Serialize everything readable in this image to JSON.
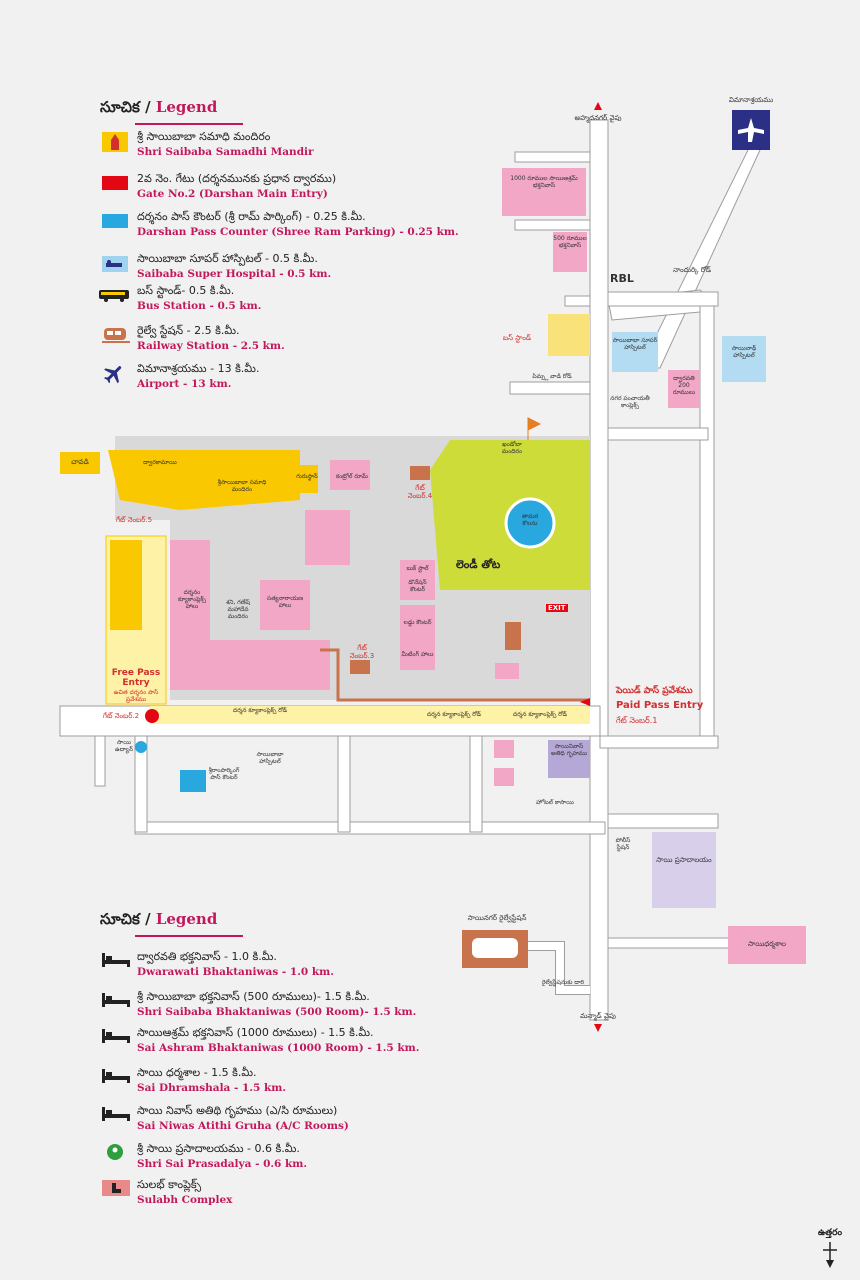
{
  "legend_top": {
    "title_te": "సూచిక /",
    "title_en": "Legend",
    "items": [
      {
        "icon": "temple-icon",
        "te": "శ్రీ సాయిబాబా సమాధి మందిరం",
        "en": "Shri Saibaba Samadhi Mandir"
      },
      {
        "icon": "gate-swatch",
        "color": "#e30613",
        "te": "2వ నెం. గేటు (దర్శనమునకు ప్రధాన ద్వారము)",
        "en": "Gate No.2 (Darshan Main Entry)"
      },
      {
        "icon": "pass-counter-swatch",
        "color": "#29a8e0",
        "te": "దర్శనం పాస్ కౌంటర్ (శ్రీ రామ్ పార్కింగ్) - 0.25 కి.మీ.",
        "en": "Darshan Pass Counter (Shree Ram Parking) - 0.25 km."
      },
      {
        "icon": "hospital-icon",
        "te": "సాయిబాబా సూపర్ హాస్పిటల్ - 0.5 కి.మీ.",
        "en": "Saibaba Super Hospital - 0.5 km."
      },
      {
        "icon": "bus-icon",
        "te": "బస్ స్టాండ్- 0.5 కి.మీ.",
        "en": "Bus Station - 0.5 km."
      },
      {
        "icon": "train-icon",
        "te": "రైల్వే స్టేషన్ - 2.5 కి.మీ.",
        "en": "Railway Station - 2.5 km."
      },
      {
        "icon": "airplane-icon",
        "te": "విమానాశ్రయము - 13 కి.మీ.",
        "en": "Airport - 13 km."
      }
    ]
  },
  "legend_bottom": {
    "title_te": "సూచిక /",
    "title_en": "Legend",
    "items": [
      {
        "icon": "bed-icon",
        "te": "ద్వారవతి భక్తనివాస్ - 1.0 కి.మీ.",
        "en": "Dwarawati Bhaktaniwas - 1.0 km."
      },
      {
        "icon": "bed-icon",
        "te": "శ్రీ సాయిబాబా భక్తనివాస్ (500 రూములు)- 1.5 కి.మీ.",
        "en": "Shri Saibaba Bhaktaniwas (500 Room)- 1.5 km."
      },
      {
        "icon": "bed-icon",
        "te": "సాయిఆశ్రమ్ భక్తనివాస్ (1000 రూములు) - 1.5 కి.మీ.",
        "en": "Sai Ashram Bhaktaniwas (1000 Room) - 1.5 km."
      },
      {
        "icon": "bed-icon",
        "te": "సాయి ధర్మశాల - 1.5 కి.మీ.",
        "en": "Sai Dhramshala - 1.5 km."
      },
      {
        "icon": "bed-icon",
        "te": "సాయి నివాస్ అతిథి గృహము (ఎ/సి రూములు)",
        "en": "Sai Niwas Atithi Gruha (A/C Rooms)"
      },
      {
        "icon": "prasadalaya-icon",
        "te": "శ్రీ సాయి ప్రసాదాలయము - 0.6 కి.మీ.",
        "en": "Shri Sai Prasadalya - 0.6 km."
      },
      {
        "icon": "sulabh-icon",
        "te": "సులభ్ కాంప్లెక్స్",
        "en": "Sulabh Complex"
      }
    ]
  },
  "map": {
    "airport_label": "విమానాశ్రయము",
    "ahmednagar_label": "అహ్మదనగర్ వైపు",
    "manmad_label": "మన్మాడ్ వైపు",
    "rbl": "RBL",
    "nandurki_road": "నాందుర్కి రోడ్",
    "bhaktaniwas_1000": "1000 రూముల సాయిఆశ్రమ్ భక్తనివాస్",
    "bhaktaniwas_500": "500 రూముల భక్తనివాస్",
    "bus_stand": "బస్ స్టాండ్",
    "super_hospital": "సాయిబాబా సూపర్ హాస్పిటల్",
    "sainath_hospital": "సాయినాథ్ హాస్పిటల్",
    "dwarawati_200": "ద్వారవతి 200 రూములు",
    "nagar_panchayat": "నగర పంచాయతీ కాంప్లెక్స్",
    "pimpalwadi_road": "పిమ్ప్ల వాడి రోడ్",
    "khandoba": "ఖండోబా మందిరం",
    "gate4": "గేట్ నెంబర్.4",
    "lendi_baug": "లెండీ తోట",
    "tamara_kolanu": "తామర కొలను",
    "exit": "EXIT",
    "gate1": "గేట్ నెంబర్.1",
    "paid_pass_te": "పెయిడ్ పాస్ ప్రవేశము",
    "paid_pass_en": "Paid Pass Entry",
    "gate3": "గేట్ నెంబర్.3",
    "gate2": "గేట్ నెంబర్.2",
    "gate5": "గేట్ నెంబర్.5",
    "free_pass_en": "Free Pass Entry",
    "free_pass_te": "ఉచిత దర్శనం పాస్ ప్రవేశము",
    "chavadi": "చావడి",
    "dwarkamai": "ద్వారకామాయి",
    "samadhi_mandir": "శ్రీసాయిబాబా సమాధి మందిరం",
    "gurusthan": "గురుస్థాన్",
    "kanteen": "కంట్రోల్ రూమ్",
    "darshan_queue": "దర్శనం క్యూకాంప్లెక్స్ హాలు",
    "satyanarayana": "సత్యనారాయణ హాలు",
    "shani": "శని, గణేష్ మహాదేవ మందిరం",
    "book_stall": "బుక్ స్టాల్",
    "donation": "డొనేషన్ కౌంటర్",
    "ladoo": "లడ్డు కౌంటర్",
    "meeting_hall": "మీటింగ్ హాలు",
    "darshan_queue_road": "దర్శన క్యూకాంప్లెక్స్ రోడ్",
    "sai_udyan": "సాయి ఉద్యాన్",
    "shri_ram_parking": "శ్రీరాంపార్కింగ్ పాస్ కౌంటర్",
    "bhaktaniwas_qtr": "సాయిబాబా హాస్పిటల్",
    "prasadalaya": "సాయి ప్రసాదాలయం",
    "police": "పోలీస్ స్టేషన్",
    "dharmashala": "సాయిధర్మశాల",
    "sainagar_station": "సాయినగర్ రైల్వేస్టేషన్",
    "railway_gate": "రైల్వేస్టేషనుకు దారి",
    "hotel": "హోటల్ కాసాయి",
    "niwas": "సాయినివాస్ అతిధి గృహము",
    "north": "ఉత్తరం"
  },
  "colors": {
    "road": "#ffffff",
    "road_edge": "#9e9e9e",
    "pink": "#f2a7c7",
    "yellow": "#f9c800",
    "green": "#cddc39",
    "blue": "#29a8e0",
    "navy": "#2b2f86",
    "brand": "#c2185b"
  }
}
